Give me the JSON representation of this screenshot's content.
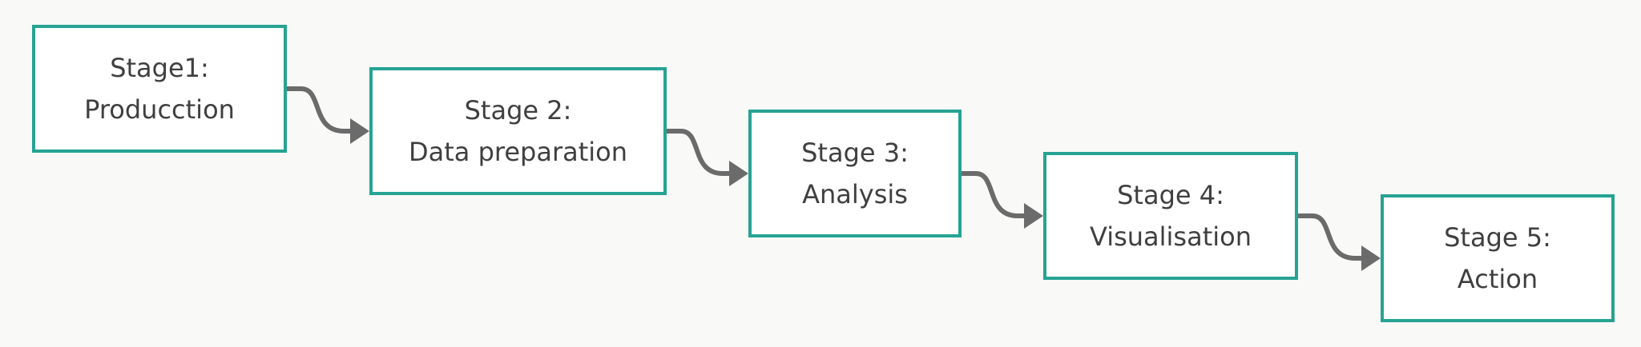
{
  "colors": {
    "background": "#f9f9f7",
    "box_border": "#26a394",
    "box_fill": "#ffffff",
    "connector": "#6b6b6b",
    "text": "#3f3f3f"
  },
  "stages": [
    {
      "title": "Stage1:",
      "subtitle": "Producction"
    },
    {
      "title": "Stage 2:",
      "subtitle": "Data preparation"
    },
    {
      "title": "Stage 3:",
      "subtitle": "Analysis"
    },
    {
      "title": "Stage 4:",
      "subtitle": "Visualisation"
    },
    {
      "title": "Stage 5:",
      "subtitle": "Action"
    }
  ],
  "connectors": [
    {
      "from": "Stage1:",
      "to": "Stage 2:"
    },
    {
      "from": "Stage 2:",
      "to": "Stage 3:"
    },
    {
      "from": "Stage 3:",
      "to": "Stage 4:"
    },
    {
      "from": "Stage 4:",
      "to": "Stage 5:"
    }
  ]
}
